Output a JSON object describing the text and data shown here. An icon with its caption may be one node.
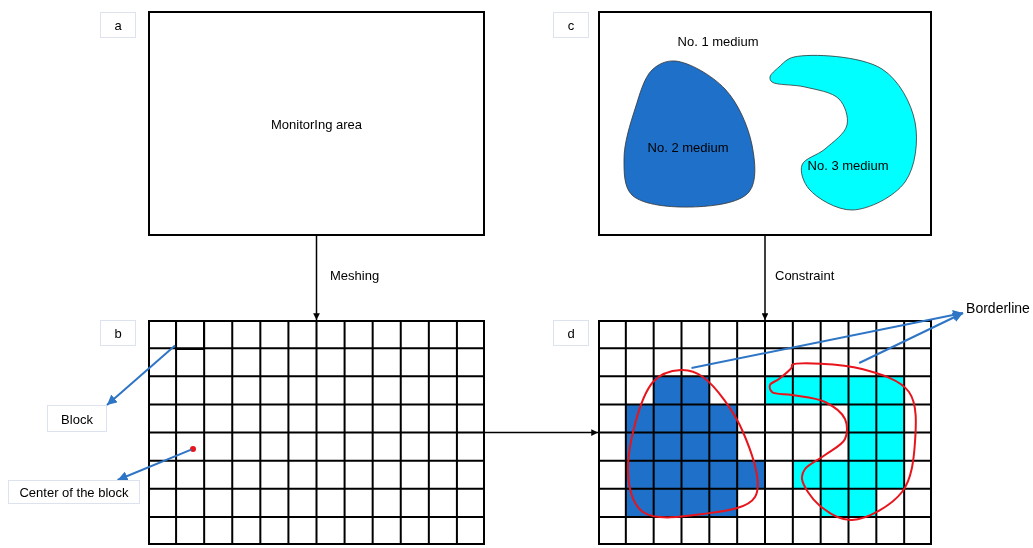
{
  "diagram": {
    "nodes": [
      {
        "text": [
          "a"
        ]
      },
      {
        "text": [
          "MonitorIng area"
        ]
      },
      {
        "text": [
          "c"
        ]
      },
      {
        "text": [
          "No. 1 medium"
        ]
      },
      {
        "text": [
          "No. 2 medium"
        ],
        "in": 3
      },
      {
        "text": [
          "No. 3 medium"
        ],
        "in": 3
      },
      {
        "text": [
          "b"
        ]
      },
      {
        "text": [],
        "shape": "grid"
      },
      {
        "text": [
          "Block"
        ]
      },
      {
        "text": [
          "Center of the block"
        ]
      },
      {
        "text": [
          "d"
        ]
      },
      {
        "text": [],
        "shape": "grid"
      },
      {
        "text": [
          "Borderline"
        ]
      },
      {
        "text": [],
        "shape": "box",
        "in": 7
      },
      {
        "text": [],
        "shape": "circle",
        "in": 7
      },
      {
        "text": [],
        "shape": "curve",
        "in": 11
      },
      {
        "text": [],
        "shape": "curve",
        "in": 11
      }
    ],
    "edges": [
      {
        "from": 1,
        "to": 7,
        "arrow": "to",
        "label": "Meshing",
        "color": "#000000"
      },
      {
        "from": 3,
        "to": 11,
        "arrow": "to",
        "label": "Constraint",
        "color": "#000000"
      },
      {
        "from": 7,
        "to": 11,
        "arrow": "to",
        "color": "#000000"
      },
      {
        "from": 13,
        "to": 8,
        "arrow": "to"
      },
      {
        "from": 14,
        "to": 9,
        "arrow": "to"
      },
      {
        "from": 15,
        "to": 12,
        "arrow": "to"
      },
      {
        "from": 16,
        "to": 12,
        "arrow": "to"
      }
    ]
  }
}
